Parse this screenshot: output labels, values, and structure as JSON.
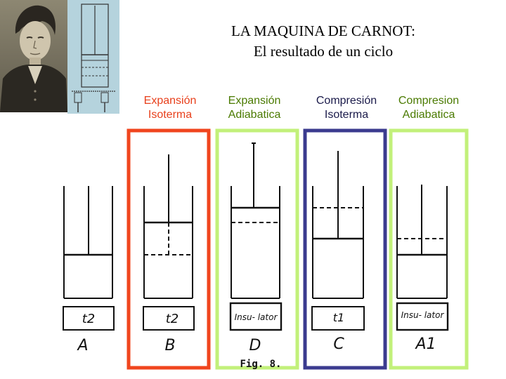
{
  "title": {
    "line1": "LA MAQUINA DE CARNOT:",
    "line2": "El resultado de un ciclo"
  },
  "stages": [
    {
      "line1": "Expansión",
      "line2": "Isoterma",
      "color": "#e8401c",
      "frame_color": "#f0451e"
    },
    {
      "line1": "Expansión",
      "line2": "Adiabatica",
      "color": "#4a7a00",
      "frame_color": "#c2f07a"
    },
    {
      "line1": "Compresión",
      "line2": "Isoterma",
      "color": "#1a1a4a",
      "frame_color": "#3b3b8f"
    },
    {
      "line1": "Compresion",
      "line2": "Adiabatica",
      "color": "#4a7a00",
      "frame_color": "#c2f07a"
    }
  ],
  "cylinders": [
    {
      "base": "t2",
      "letter": "A"
    },
    {
      "base": "t2",
      "letter": "B"
    },
    {
      "base": "Insu- lator",
      "letter": "D"
    },
    {
      "base": "t1",
      "letter": "C"
    },
    {
      "base": "Insu- lator",
      "letter": "A1"
    }
  ],
  "figure_caption": "Fig. 8."
}
